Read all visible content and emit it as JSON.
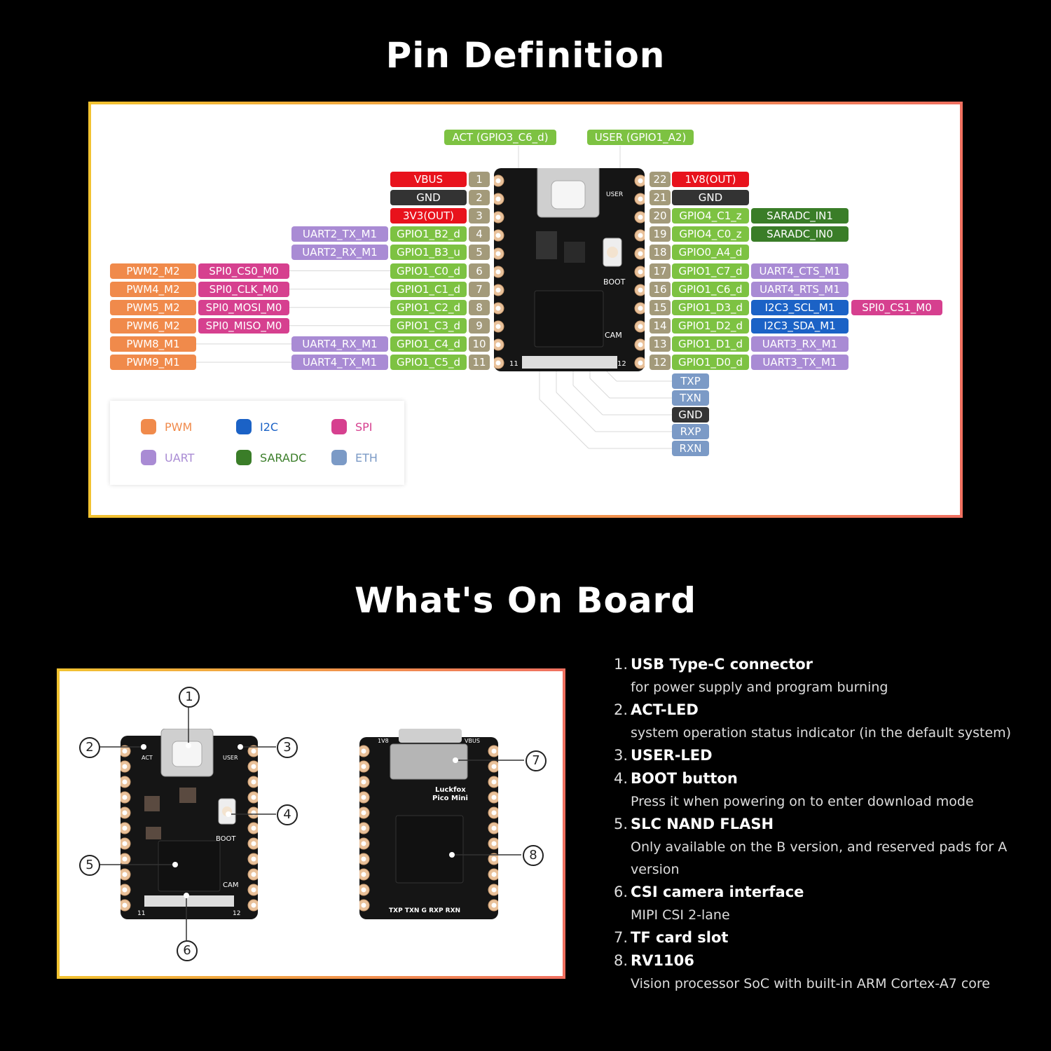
{
  "titles": {
    "pin_definition": "Pin Definition",
    "whats_on_board": "What's On Board"
  },
  "colors": {
    "power_red": "#e8121c",
    "gnd": "#333333",
    "pin_num": "#a39a7a",
    "gpio": "#7dc242",
    "pwm": "#f08a4b",
    "spi": "#d6408f",
    "uart": "#a98bd4",
    "i2c": "#1b62c6",
    "saradc": "#3a7d28",
    "eth": "#7b9ac6"
  },
  "top_labels": {
    "act": "ACT (GPIO3_C6_d)",
    "user": "USER (GPIO1_A2)"
  },
  "left_pins": [
    {
      "num": "1",
      "name": "VBUS",
      "type": "power"
    },
    {
      "num": "2",
      "name": "GND",
      "type": "gnd"
    },
    {
      "num": "3",
      "name": "3V3(OUT)",
      "type": "power"
    },
    {
      "num": "4",
      "name": "GPIO1_B2_d",
      "type": "gpio",
      "funcs": [
        {
          "t": "uart",
          "v": "UART2_TX_M1"
        }
      ]
    },
    {
      "num": "5",
      "name": "GPIO1_B3_u",
      "type": "gpio",
      "funcs": [
        {
          "t": "uart",
          "v": "UART2_RX_M1"
        }
      ]
    },
    {
      "num": "6",
      "name": "GPIO1_C0_d",
      "type": "gpio",
      "funcs": [
        {
          "t": "spi",
          "v": "SPI0_CS0_M0"
        },
        {
          "t": "pwm",
          "v": "PWM2_M2"
        }
      ]
    },
    {
      "num": "7",
      "name": "GPIO1_C1_d",
      "type": "gpio",
      "funcs": [
        {
          "t": "spi",
          "v": "SPI0_CLK_M0"
        },
        {
          "t": "pwm",
          "v": "PWM4_M2"
        }
      ]
    },
    {
      "num": "8",
      "name": "GPIO1_C2_d",
      "type": "gpio",
      "funcs": [
        {
          "t": "spi",
          "v": "SPI0_MOSI_M0"
        },
        {
          "t": "pwm",
          "v": "PWM5_M2"
        }
      ]
    },
    {
      "num": "9",
      "name": "GPIO1_C3_d",
      "type": "gpio",
      "funcs": [
        {
          "t": "spi",
          "v": "SPI0_MISO_M0"
        },
        {
          "t": "pwm",
          "v": "PWM6_M2"
        }
      ]
    },
    {
      "num": "10",
      "name": "GPIO1_C4_d",
      "type": "gpio",
      "funcs": [
        {
          "t": "uart",
          "v": "UART4_RX_M1"
        },
        {
          "t": "pwm",
          "v": "PWM8_M1"
        }
      ]
    },
    {
      "num": "11",
      "name": "GPIO1_C5_d",
      "type": "gpio",
      "funcs": [
        {
          "t": "uart",
          "v": "UART4_TX_M1"
        },
        {
          "t": "pwm",
          "v": "PWM9_M1"
        }
      ]
    }
  ],
  "right_pins": [
    {
      "num": "22",
      "name": "1V8(OUT)",
      "type": "power"
    },
    {
      "num": "21",
      "name": "GND",
      "type": "gnd"
    },
    {
      "num": "20",
      "name": "GPIO4_C1_z",
      "type": "gpio",
      "funcs": [
        {
          "t": "saradc",
          "v": "SARADC_IN1"
        }
      ]
    },
    {
      "num": "19",
      "name": "GPIO4_C0_z",
      "type": "gpio",
      "funcs": [
        {
          "t": "saradc",
          "v": "SARADC_IN0"
        }
      ]
    },
    {
      "num": "18",
      "name": "GPIO0_A4_d",
      "type": "gpio",
      "funcs": []
    },
    {
      "num": "17",
      "name": "GPIO1_C7_d",
      "type": "gpio",
      "funcs": [
        {
          "t": "uart",
          "v": "UART4_CTS_M1"
        }
      ]
    },
    {
      "num": "16",
      "name": "GPIO1_C6_d",
      "type": "gpio",
      "funcs": [
        {
          "t": "uart",
          "v": "UART4_RTS_M1"
        }
      ]
    },
    {
      "num": "15",
      "name": "GPIO1_D3_d",
      "type": "gpio",
      "funcs": [
        {
          "t": "i2c",
          "v": "I2C3_SCL_M1"
        },
        {
          "t": "spi",
          "v": "SPI0_CS1_M0"
        }
      ]
    },
    {
      "num": "14",
      "name": "GPIO1_D2_d",
      "type": "gpio",
      "funcs": [
        {
          "t": "i2c",
          "v": "I2C3_SDA_M1"
        }
      ]
    },
    {
      "num": "13",
      "name": "GPIO1_D1_d",
      "type": "gpio",
      "funcs": [
        {
          "t": "uart",
          "v": "UART3_RX_M1"
        }
      ]
    },
    {
      "num": "12",
      "name": "GPIO1_D0_d",
      "type": "gpio",
      "funcs": [
        {
          "t": "uart",
          "v": "UART3_TX_M1"
        }
      ]
    }
  ],
  "bottom_pins": [
    {
      "name": "TXP",
      "type": "eth"
    },
    {
      "name": "TXN",
      "type": "eth"
    },
    {
      "name": "GND",
      "type": "gnd"
    },
    {
      "name": "RXP",
      "type": "eth"
    },
    {
      "name": "RXN",
      "type": "eth"
    }
  ],
  "legend": [
    {
      "label": "PWM",
      "type": "pwm",
      "text_color": "#f08a4b"
    },
    {
      "label": "I2C",
      "type": "i2c",
      "text_color": "#1b62c6"
    },
    {
      "label": "SPI",
      "type": "spi",
      "text_color": "#d6408f"
    },
    {
      "label": "UART",
      "type": "uart",
      "text_color": "#a98bd4"
    },
    {
      "label": "SARADC",
      "type": "saradc",
      "text_color": "#3a7d28"
    },
    {
      "label": "ETH",
      "type": "eth",
      "text_color": "#7b9ac6"
    }
  ],
  "board_silk": {
    "boot": "BOOT",
    "user": "USER",
    "act": "ACT",
    "cam": "CAM",
    "p11": "11",
    "p12": "12",
    "v18": "1V8",
    "vbus": "VBUS",
    "brand": "Luckfox",
    "model": "Pico Mini",
    "bottom": "TXP TXN G RXP RXN"
  },
  "callouts": [
    "1",
    "2",
    "3",
    "4",
    "5",
    "6",
    "7",
    "8"
  ],
  "features": [
    {
      "num": "1.",
      "title": "USB Type-C connector",
      "desc": "for power supply and program burning"
    },
    {
      "num": "2.",
      "title": "ACT-LED",
      "desc": "system operation status indicator (in the default system)"
    },
    {
      "num": "3.",
      "title": "USER-LED",
      "desc": ""
    },
    {
      "num": "4.",
      "title": "BOOT button",
      "desc": "Press it when powering on to enter download mode"
    },
    {
      "num": "5.",
      "title": "SLC NAND FLASH",
      "desc": "Only available on the B version, and reserved pads for A version"
    },
    {
      "num": "6.",
      "title": "CSI camera interface",
      "desc": "MIPI CSI 2-lane"
    },
    {
      "num": "7.",
      "title": "TF card slot",
      "desc": ""
    },
    {
      "num": "8.",
      "title": "RV1106",
      "desc": "Vision processor SoC with built-in ARM Cortex-A7 core"
    }
  ]
}
